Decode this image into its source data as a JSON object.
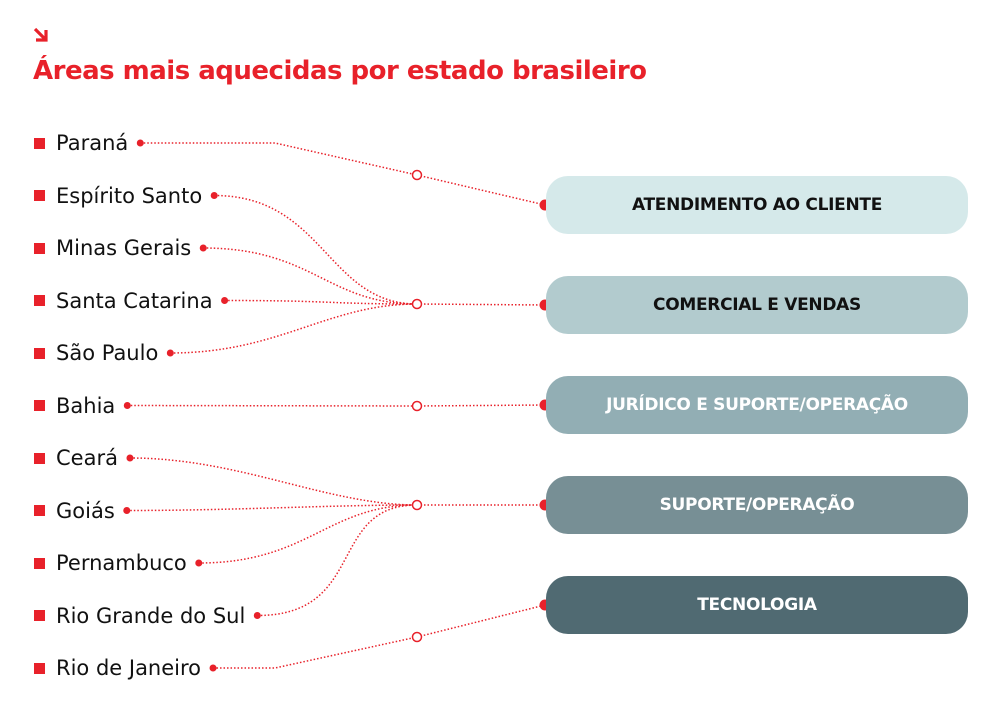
{
  "title": "Áreas mais aquecidas por estado brasileiro",
  "title_icon": "arrow-down-right-icon",
  "accent_color": "#e8212a",
  "states": [
    {
      "name": "Paraná",
      "area": 0
    },
    {
      "name": "Espírito Santo",
      "area": 1
    },
    {
      "name": "Minas Gerais",
      "area": 1
    },
    {
      "name": "Santa Catarina",
      "area": 1
    },
    {
      "name": "São Paulo",
      "area": 1
    },
    {
      "name": "Bahia",
      "area": 2
    },
    {
      "name": "Ceará",
      "area": 3
    },
    {
      "name": "Goiás",
      "area": 3
    },
    {
      "name": "Pernambuco",
      "area": 3
    },
    {
      "name": "Rio Grande do Sul",
      "area": 3
    },
    {
      "name": "Rio de Janeiro",
      "area": 4
    }
  ],
  "areas": [
    {
      "label": "ATENDIMENTO AO CLIENTE",
      "bg": "#d5e9ea",
      "fg": "#111111"
    },
    {
      "label": "COMERCIAL E VENDAS",
      "bg": "#b2cbce",
      "fg": "#111111"
    },
    {
      "label": "JURÍDICO E SUPORTE/OPERAÇÃO",
      "bg": "#92aeb4",
      "fg": "#ffffff"
    },
    {
      "label": "SUPORTE/OPERAÇÃO",
      "bg": "#778f95",
      "fg": "#ffffff"
    },
    {
      "label": "TECNOLOGIA",
      "bg": "#506a72",
      "fg": "#ffffff"
    }
  ]
}
